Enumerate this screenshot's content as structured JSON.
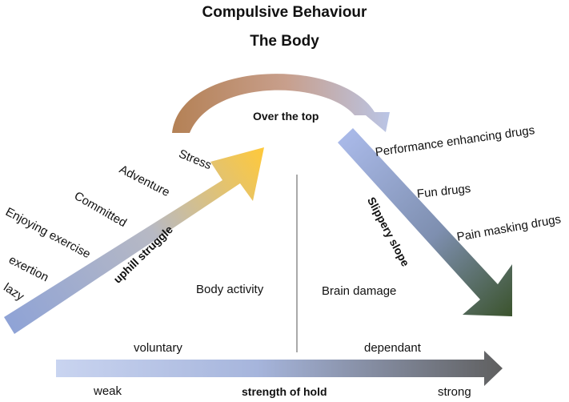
{
  "title": "Compulsive Behaviour",
  "subtitle": "The Body",
  "peak_label": "Over the top",
  "uphill": {
    "arrow_label": "uphill struggle",
    "stages": [
      "lazy",
      "exertion",
      "Enjoying exercise",
      "Committed",
      "Adventure",
      "Stress"
    ]
  },
  "downhill": {
    "arrow_label": "Slippery slope",
    "stages": [
      "Performance enhancing drugs",
      "Fun drugs",
      "Pain masking drugs"
    ]
  },
  "regions": {
    "left": "Body activity",
    "right": "Brain damage"
  },
  "scale": {
    "label": "strength of hold",
    "left_end": "weak",
    "right_end": "strong",
    "left_state": "voluntary",
    "right_state": "dependant"
  },
  "colors": {
    "uphill_start": "#8fa3d6",
    "uphill_end": "#ffc93a",
    "downhill_start": "#a9b9e8",
    "downhill_end": "#3d5530",
    "scale_start": "#c9d4f0",
    "scale_end": "#5f5f5f",
    "curve_start": "#b07a4c",
    "curve_end": "#b5c6ee"
  }
}
